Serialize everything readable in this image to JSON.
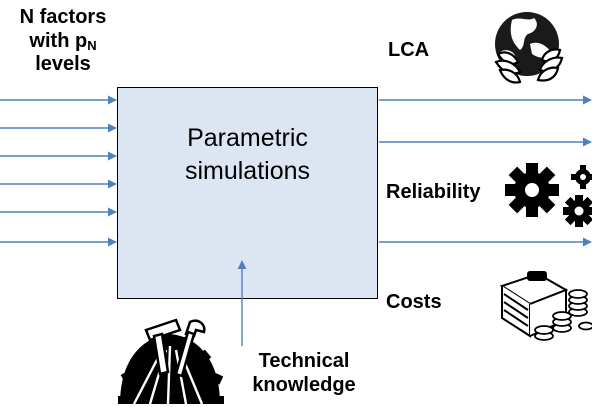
{
  "inputs": {
    "label_line1": "N factors",
    "label_line2_prefix": "with p",
    "label_line2_sub": "N",
    "label_line3": "levels"
  },
  "process": {
    "label": "Parametric\nsimulations"
  },
  "outputs": {
    "lca": "LCA",
    "reliability": "Reliability",
    "costs": "Costs"
  },
  "knowledge": {
    "label_line1": "Technical",
    "label_line2": "knowledge"
  },
  "icons": {
    "lca": "globe-in-hands-icon",
    "reliability": "gears-icon",
    "costs": "money-stacks-icon",
    "knowledge": "tools-in-gear-icon"
  },
  "colors": {
    "box_fill": "#dce6f2",
    "arrow": "#4f81bd"
  }
}
